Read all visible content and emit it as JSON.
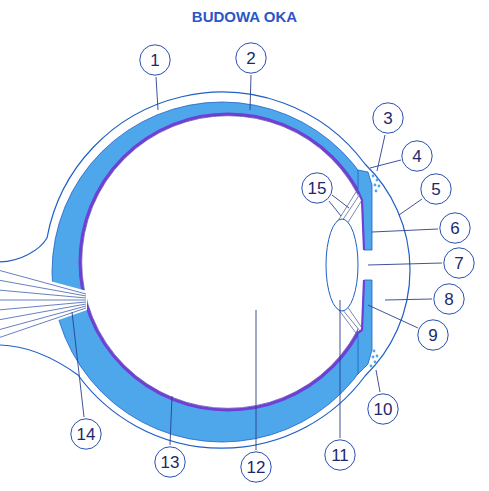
{
  "diagram": {
    "title": "BUDOWA OKA",
    "nodes": [
      {
        "text": [
          "1"
        ]
      },
      {
        "text": [
          "2"
        ]
      },
      {
        "text": [
          "3"
        ]
      },
      {
        "text": [
          "4"
        ]
      },
      {
        "text": [
          "5"
        ]
      },
      {
        "text": [
          "6"
        ]
      },
      {
        "text": [
          "7"
        ]
      },
      {
        "text": [
          "8"
        ]
      },
      {
        "text": [
          "9"
        ]
      },
      {
        "text": [
          "10"
        ]
      },
      {
        "text": [
          "11"
        ]
      },
      {
        "text": [
          "12"
        ]
      },
      {
        "text": [
          "13"
        ]
      },
      {
        "text": [
          "14"
        ]
      },
      {
        "text": [
          "15"
        ]
      }
    ]
  }
}
